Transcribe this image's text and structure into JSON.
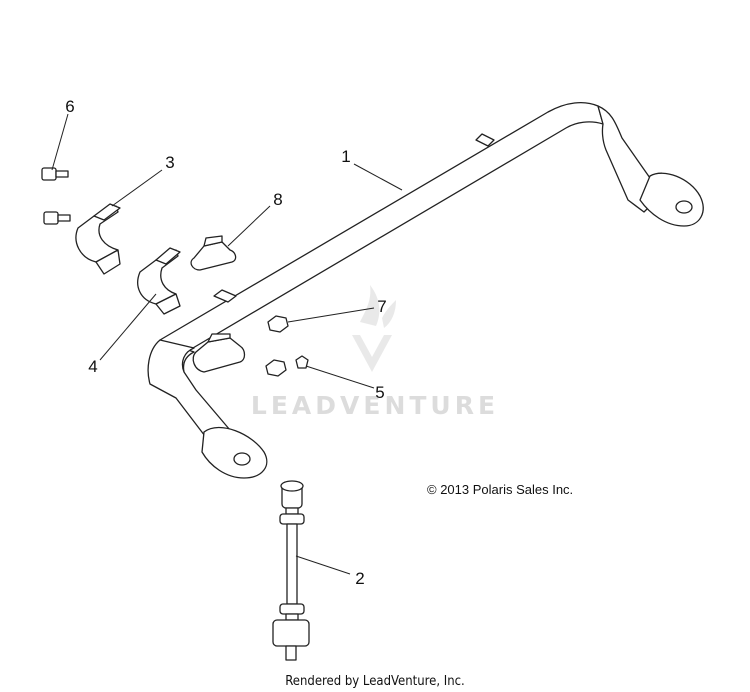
{
  "diagram": {
    "callouts": [
      {
        "id": "1",
        "label": "1"
      },
      {
        "id": "2",
        "label": "2"
      },
      {
        "id": "3",
        "label": "3"
      },
      {
        "id": "4",
        "label": "4"
      },
      {
        "id": "5",
        "label": "5"
      },
      {
        "id": "6",
        "label": "6"
      },
      {
        "id": "7",
        "label": "7"
      },
      {
        "id": "8",
        "label": "8"
      }
    ],
    "copyright": "© 2013 Polaris Sales Inc.",
    "watermark": "LEADVENTURE",
    "footer": "Rendered by LeadVenture, Inc."
  }
}
